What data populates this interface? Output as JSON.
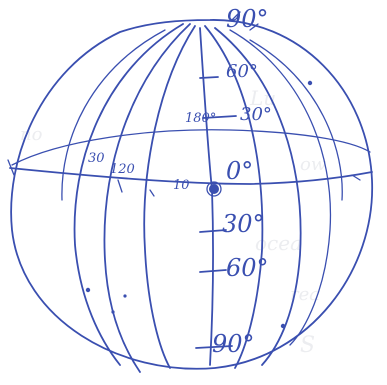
{
  "latitude_labels": {
    "north_pole": "90°",
    "north_60": "60°",
    "north_30": "30°",
    "equator": "0°",
    "south_30": "30°",
    "south_60": "60°",
    "south_pole": "90°"
  },
  "longitude_labels": {
    "lon_180": "180°",
    "lon_120": "120",
    "lon_30": "30",
    "lon_10": "10"
  },
  "ink_color": "#3a4fb0"
}
